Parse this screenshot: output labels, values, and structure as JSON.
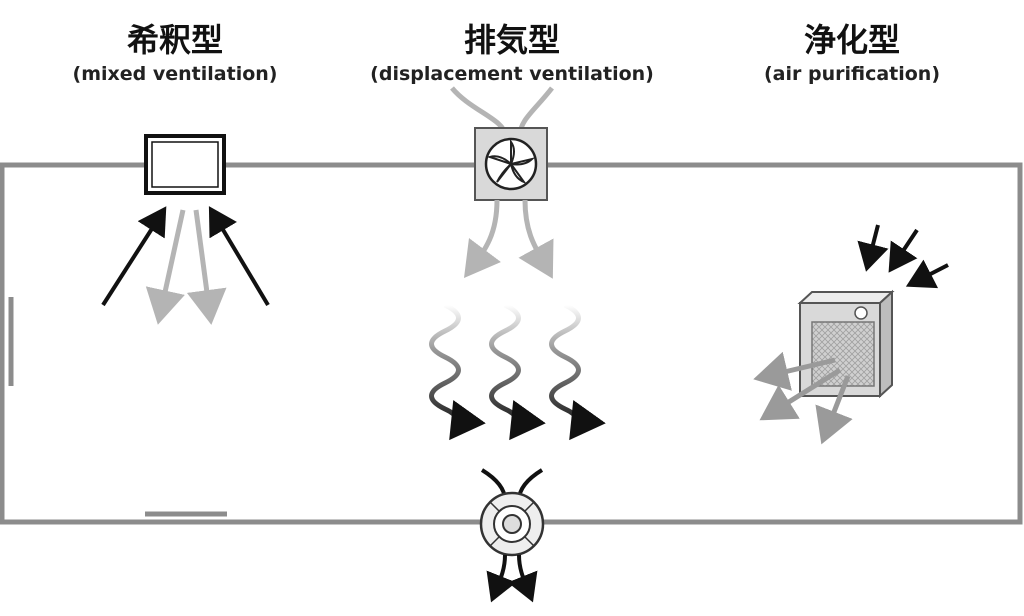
{
  "panels": [
    {
      "id": "mixed",
      "title": "希釈型",
      "subtitle": "(mixed ventilation)"
    },
    {
      "id": "displacement",
      "title": "排気型",
      "subtitle": "(displacement ventilation)"
    },
    {
      "id": "purification",
      "title": "浄化型",
      "subtitle": "(air purification)"
    }
  ],
  "colors": {
    "wall": "#8c8c8c",
    "arrow_dark": "#111111",
    "arrow_light": "#b4b4b4",
    "device_fill": "#d9d9d9",
    "device_stroke": "#555555"
  },
  "icons": [
    "window-icon",
    "exhaust-fan-icon",
    "ceiling-diffuser-icon",
    "air-purifier-icon",
    "wavy-arrow-icon"
  ]
}
